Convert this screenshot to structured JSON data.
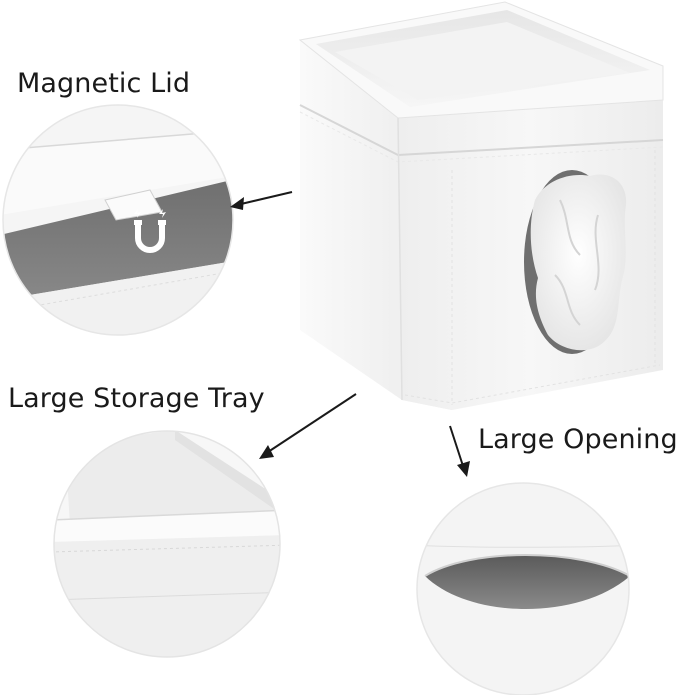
{
  "labels": {
    "magnetic_lid": "Magnetic Lid",
    "storage_tray": "Large Storage Tray",
    "large_opening": "Large Opening"
  },
  "colors": {
    "background": "#ffffff",
    "box_white": "#f3f3f3",
    "box_shadow": "#dcdcdc",
    "magnet_band": "#7b7b7b",
    "arrow": "#1a1a1a",
    "label_text": "#1a1a1a"
  },
  "icons": {
    "magnet": "magnet-icon"
  }
}
